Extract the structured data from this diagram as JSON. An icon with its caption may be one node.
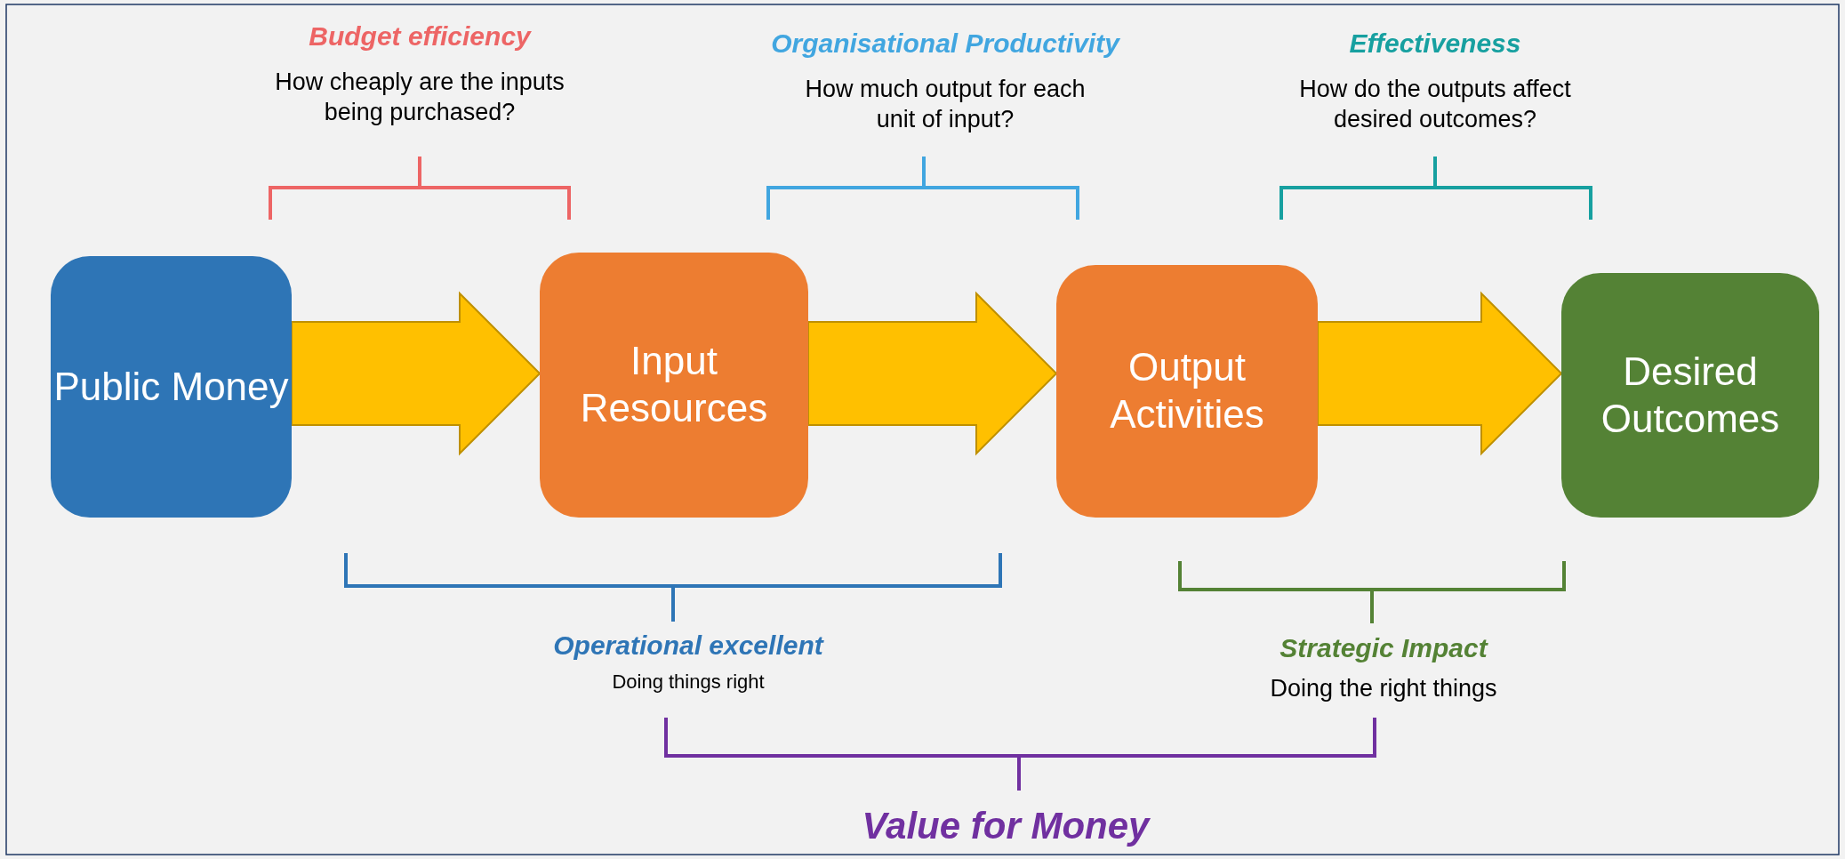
{
  "diagram": {
    "nodes": [
      {
        "text": [
          "Public Money"
        ]
      },
      {
        "text": [
          "Input Resources"
        ]
      },
      {
        "text": [
          "Output Activities"
        ]
      },
      {
        "text": [
          "Desired Outcomes"
        ]
      }
    ],
    "edges": [
      {
        "from": 0,
        "to": 1,
        "arrow": "to"
      },
      {
        "from": 1,
        "to": 2,
        "arrow": "to"
      },
      {
        "from": 2,
        "to": 3,
        "arrow": "to"
      }
    ],
    "labels": [
      "Budget efficiency",
      "How cheaply are the inputs being purchased?",
      "Organisational Productivity",
      "How much output for each unit of input?",
      "Effectiveness",
      "How do the outputs affect desired outcomes?",
      "Operational excellent",
      "Doing things right",
      "Strategic Impact",
      "Doing the right things",
      "Value for Money"
    ]
  }
}
